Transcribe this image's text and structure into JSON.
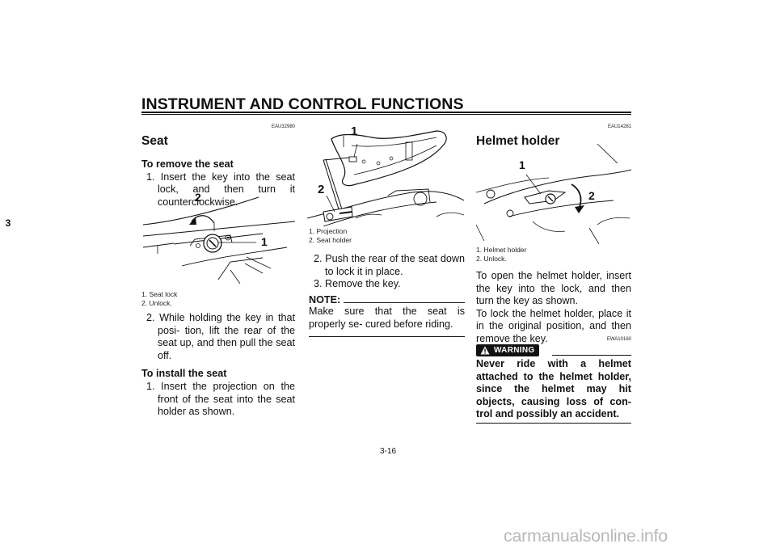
{
  "header": {
    "title": "INSTRUMENT AND CONTROL FUNCTIONS",
    "tab": "3"
  },
  "seat": {
    "code": "EAU32980",
    "title": "Seat",
    "remove_heading": "To remove the seat",
    "remove_steps": [
      "1. Insert the key into the seat lock, and then turn it counterclockwise.",
      "2. While holding the key in that posi- tion, lift the rear of the seat up, and then pull the seat off."
    ],
    "fig1": {
      "label1": "2",
      "label2": "1",
      "captions": [
        "1. Seat lock",
        "2. Unlock."
      ]
    },
    "install_heading": "To install the seat",
    "install_steps": [
      "1. Insert the projection on the front of the seat into the seat holder as shown.",
      "2. Push the rear of the seat down to lock it in place.",
      "3. Remove the key."
    ],
    "fig2": {
      "label1": "1",
      "label2": "2",
      "captions": [
        "1. Projection",
        "2. Seat holder"
      ]
    },
    "note_label": "NOTE:",
    "note_text": "Make sure that the seat is properly se- cured before riding."
  },
  "helmet": {
    "code": "EAU14281",
    "title": "Helmet holder",
    "fig": {
      "label1": "1",
      "label2": "2",
      "captions": [
        "1. Helmet holder",
        "2. Unlock."
      ]
    },
    "para1": "To open the helmet holder, insert the key into the lock, and then turn the key as shown.",
    "para2": "To lock the helmet holder, place it in the original position, and then remove the key.",
    "warning_code": "EWA10160",
    "warning_label": "WARNING",
    "warning_text": "Never ride with a helmet attached to the helmet holder, since the helmet may hit objects, causing loss of con- trol and possibly an accident."
  },
  "footer": {
    "page_number": "3-16",
    "watermark": "carmanualsonline.info"
  },
  "colors": {
    "text": "#111111",
    "watermark": "#b9b9b9",
    "warning_bg": "#111111"
  },
  "icons": [
    "warning-triangle-icon",
    "unlock-arrow-icon"
  ]
}
